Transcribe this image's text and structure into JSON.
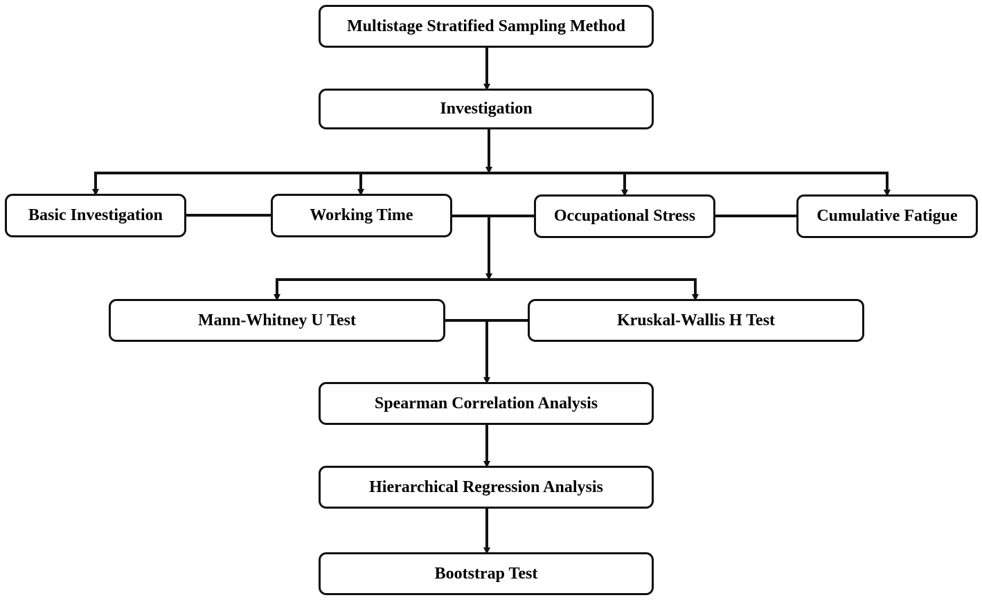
{
  "flowchart": {
    "nodes": {
      "sampling": "Multistage Stratified Sampling Method",
      "investigation": "Investigation",
      "basic_investigation": "Basic Investigation",
      "working_time": "Working Time",
      "occupational_stress": "Occupational Stress",
      "cumulative_fatigue": "Cumulative Fatigue",
      "mann_whitney": "Mann-Whitney U Test",
      "kruskal_wallis": "Kruskal-Wallis H Test",
      "spearman": "Spearman Correlation Analysis",
      "hierarchical_regression": "Hierarchical Regression Analysis",
      "bootstrap": "Bootstrap Test"
    },
    "edges": [
      {
        "from": "sampling",
        "to": "investigation"
      },
      {
        "from": "investigation",
        "to": "basic_investigation"
      },
      {
        "from": "investigation",
        "to": "working_time"
      },
      {
        "from": "investigation",
        "to": "occupational_stress"
      },
      {
        "from": "investigation",
        "to": "cumulative_fatigue"
      },
      {
        "from": "investigation_group",
        "to": "mann_whitney"
      },
      {
        "from": "investigation_group",
        "to": "kruskal_wallis"
      },
      {
        "from": "test_group",
        "to": "spearman"
      },
      {
        "from": "spearman",
        "to": "hierarchical_regression"
      },
      {
        "from": "hierarchical_regression",
        "to": "bootstrap"
      }
    ],
    "line_color": "#111111"
  }
}
